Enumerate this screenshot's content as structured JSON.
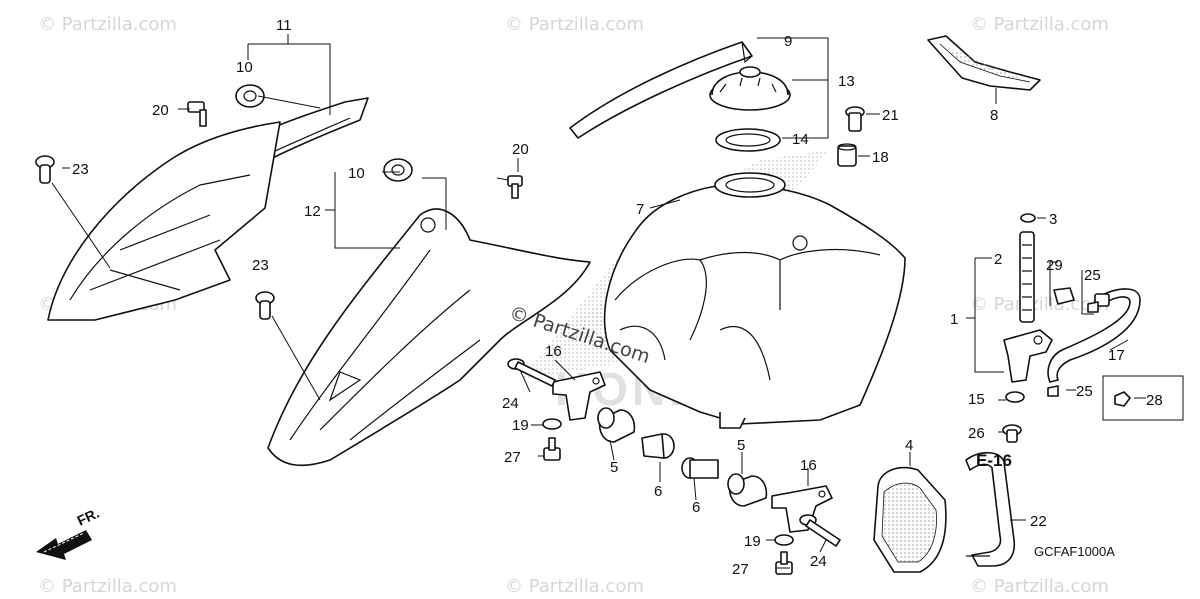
{
  "watermark": "© Partzilla.com",
  "brand_watermark": "HONDA",
  "diagram_code": "GCFAF1000A",
  "reference": "E-16",
  "direction_label": "FR.",
  "callouts": {
    "c1": "1",
    "c2": "2",
    "c3": "3",
    "c4": "4",
    "c5a": "5",
    "c5b": "5",
    "c6a": "6",
    "c6b": "6",
    "c7": "7",
    "c8": "8",
    "c9": "9",
    "c10a": "10",
    "c10b": "10",
    "c11": "11",
    "c12": "12",
    "c13": "13",
    "c14": "14",
    "c15": "15",
    "c16a": "16",
    "c16b": "16",
    "c17": "17",
    "c18": "18",
    "c19a": "19",
    "c19b": "19",
    "c20a": "20",
    "c20b": "20",
    "c21": "21",
    "c22": "22",
    "c23a": "23",
    "c23b": "23",
    "c24a": "24",
    "c24b": "24",
    "c25a": "25",
    "c25b": "25",
    "c26": "26",
    "c27a": "27",
    "c27b": "27",
    "c28": "28",
    "c29": "29"
  }
}
